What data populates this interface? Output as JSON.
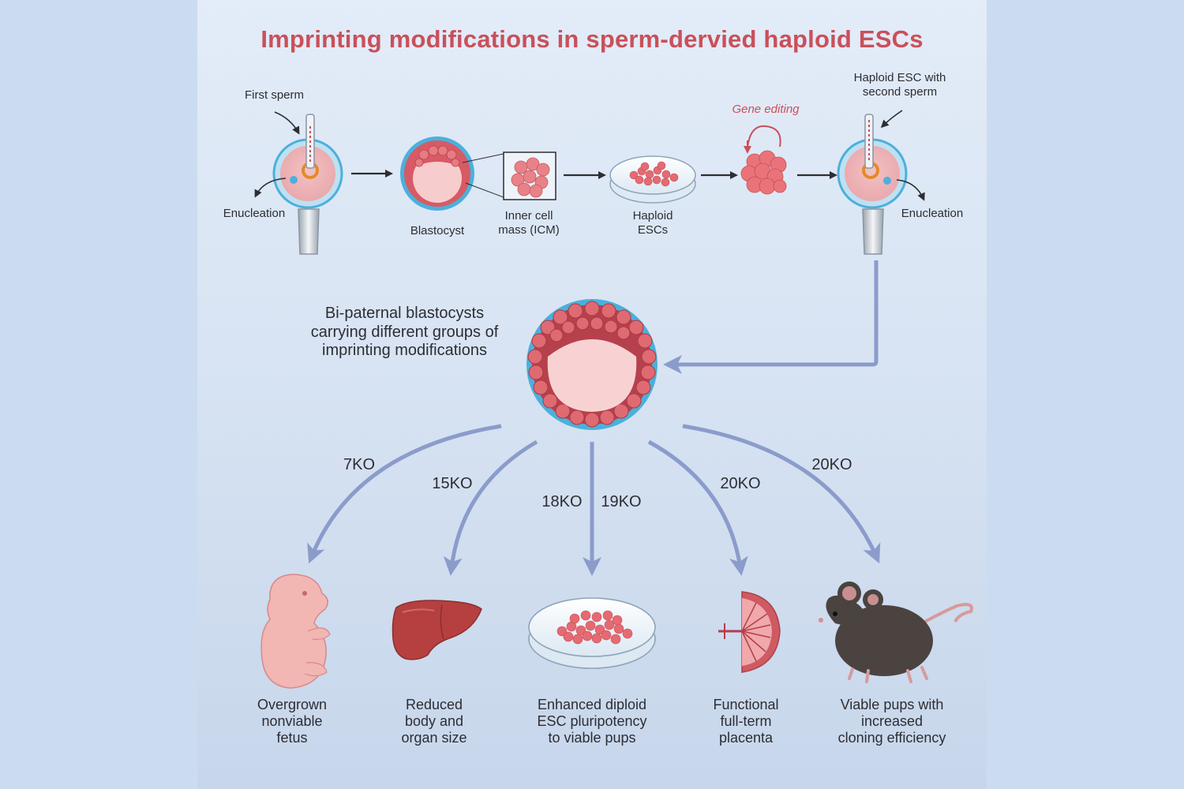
{
  "title": "Imprinting modifications in sperm-dervied haploid ESCs",
  "top_row": {
    "first_sperm": "First sperm",
    "enucleation_left": "Enucleation",
    "blastocyst": "Blastocyst",
    "icm": "Inner cell\nmass (ICM)",
    "haploid_escs": "Haploid\nESCs",
    "gene_editing": "Gene editing",
    "haploid_esc_second_sperm": "Haploid ESC with\nsecond sperm",
    "enucleation_right": "Enucleation"
  },
  "middle": {
    "bi_paternal": "Bi-paternal blastocysts\ncarrying different groups of\nimprinting modifications"
  },
  "branches": [
    {
      "label": "7KO",
      "outcome": "Overgrown\nnonviable\nfetus"
    },
    {
      "label": "15KO",
      "outcome": "Reduced\nbody and\norgan size"
    },
    {
      "label": "18KO",
      "label2": "19KO",
      "outcome": "Enhanced diploid\nESC pluripotency\nto viable pups"
    },
    {
      "label": "20KO",
      "outcome": "Functional\nfull-term\nplacenta"
    },
    {
      "label": "20KO",
      "outcome": "Viable pups with\nincreased\ncloning efficiency"
    }
  ],
  "colors": {
    "title": "#c9505a",
    "arrow": "#8b9ccb",
    "cell_pink": "#e0686d",
    "zona_blue": "#4bb0dc"
  }
}
